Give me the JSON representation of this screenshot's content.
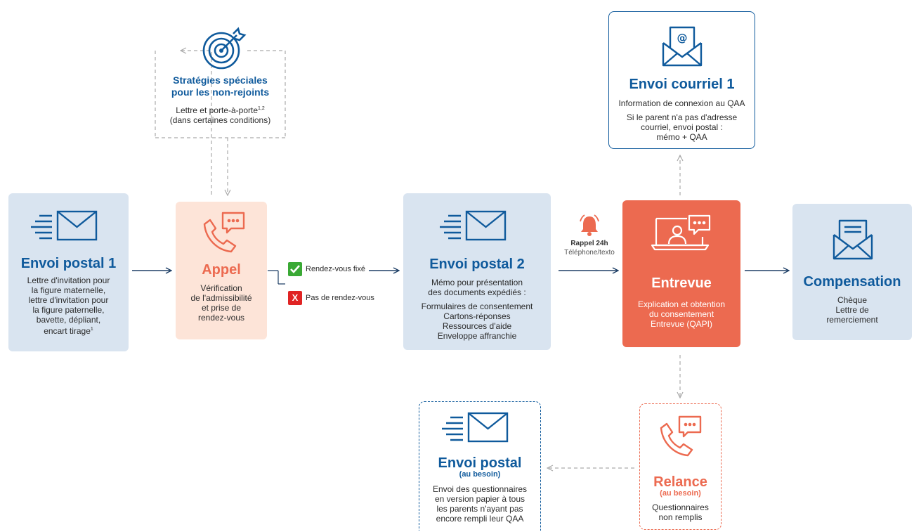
{
  "postal1": {
    "title": "Envoi postal 1",
    "lines": [
      "Lettre d'invitation pour",
      "la figure maternelle,",
      "lettre d'invitation pour",
      "la figure paternelle,",
      "bavette, dépliant,",
      "encart tirage"
    ],
    "footnote": "1"
  },
  "special": {
    "title_1": "Stratégies spéciales",
    "title_2": "pour les non-rejoints",
    "line_1": "Lettre et porte-à-porte",
    "footnote": "1,2",
    "line_2": "(dans certaines conditions)"
  },
  "appel": {
    "title": "Appel",
    "lines": [
      "Vérification",
      "de l'admissibilité",
      "et prise de",
      "rendez-vous"
    ]
  },
  "branch": {
    "yes_label": "Rendez-vous fixé",
    "no_label": "Pas de rendez-vous",
    "no_mark": "X"
  },
  "postal2": {
    "title": "Envoi postal 2",
    "lines": [
      "Mémo pour présentation",
      "des documents expédiés :",
      "Formulaires de consentement",
      "Cartons-réponses",
      "Ressources d'aide",
      "Enveloppe affranchie"
    ]
  },
  "rappel": {
    "title": "Rappel 24h",
    "subtitle": "Téléphone/texto"
  },
  "courriel": {
    "title": "Envoi courriel 1",
    "line_1": "Information de connexion au QAA",
    "lines": [
      "Si le parent n'a pas d'adresse",
      "courriel, envoi postal :",
      "mémo + QAA"
    ]
  },
  "entrevue": {
    "title": "Entrevue",
    "lines": [
      "Explication et obtention",
      "du consentement",
      "Entrevue (QAPI)"
    ]
  },
  "compensation": {
    "title": "Compensation",
    "lines": [
      "Chèque",
      "Lettre de",
      "remerciement"
    ]
  },
  "relance": {
    "title": "Relance",
    "subtitle": "(au besoin)",
    "lines": [
      "Questionnaires",
      "non remplis"
    ]
  },
  "postal_besoin": {
    "title": "Envoi postal",
    "subtitle": "(au besoin)",
    "lines": [
      "Envoi des questionnaires",
      "en version papier à tous",
      "les parents n'ayant pas",
      "encore rempli leur QAA"
    ]
  },
  "colors": {
    "blue": "#0f5a9c",
    "light_blue": "#d9e4f0",
    "peach": "#fde4d8",
    "red": "#ec6a50",
    "green": "#3aa935",
    "alert_red": "#e02424"
  }
}
